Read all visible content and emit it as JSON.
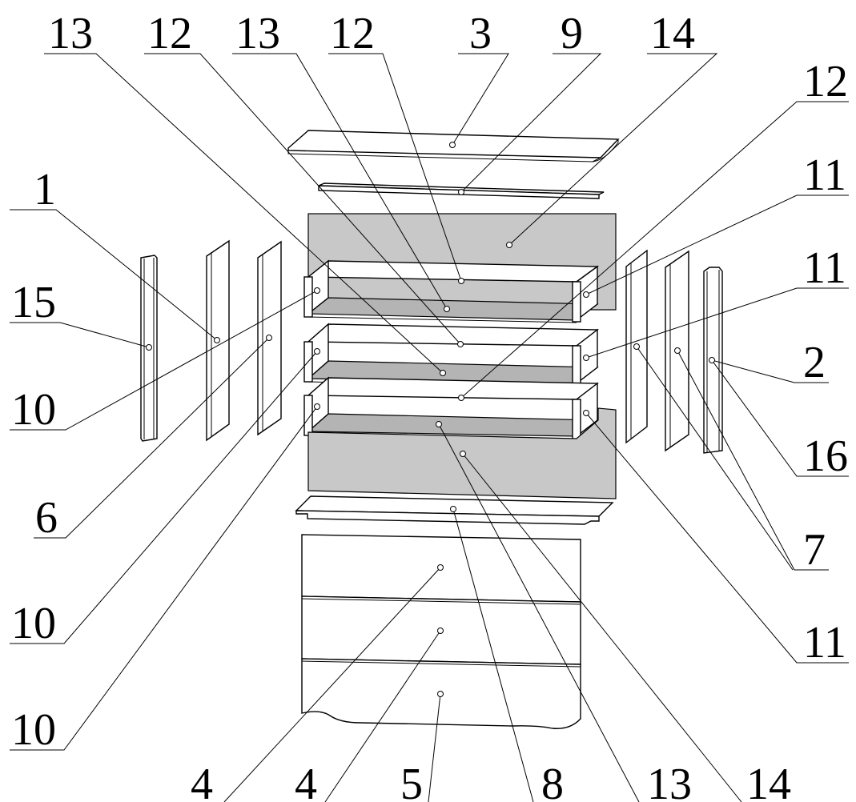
{
  "labels": {
    "top": [
      "13",
      "12",
      "13",
      "12",
      "3",
      "9",
      "14"
    ],
    "right": [
      "12",
      "11",
      "11",
      "2",
      "16",
      "7",
      "11"
    ],
    "left": [
      "1",
      "15",
      "10",
      "6",
      "10",
      "10"
    ],
    "bottom": [
      "4",
      "4",
      "5",
      "8",
      "13",
      "14"
    ]
  }
}
